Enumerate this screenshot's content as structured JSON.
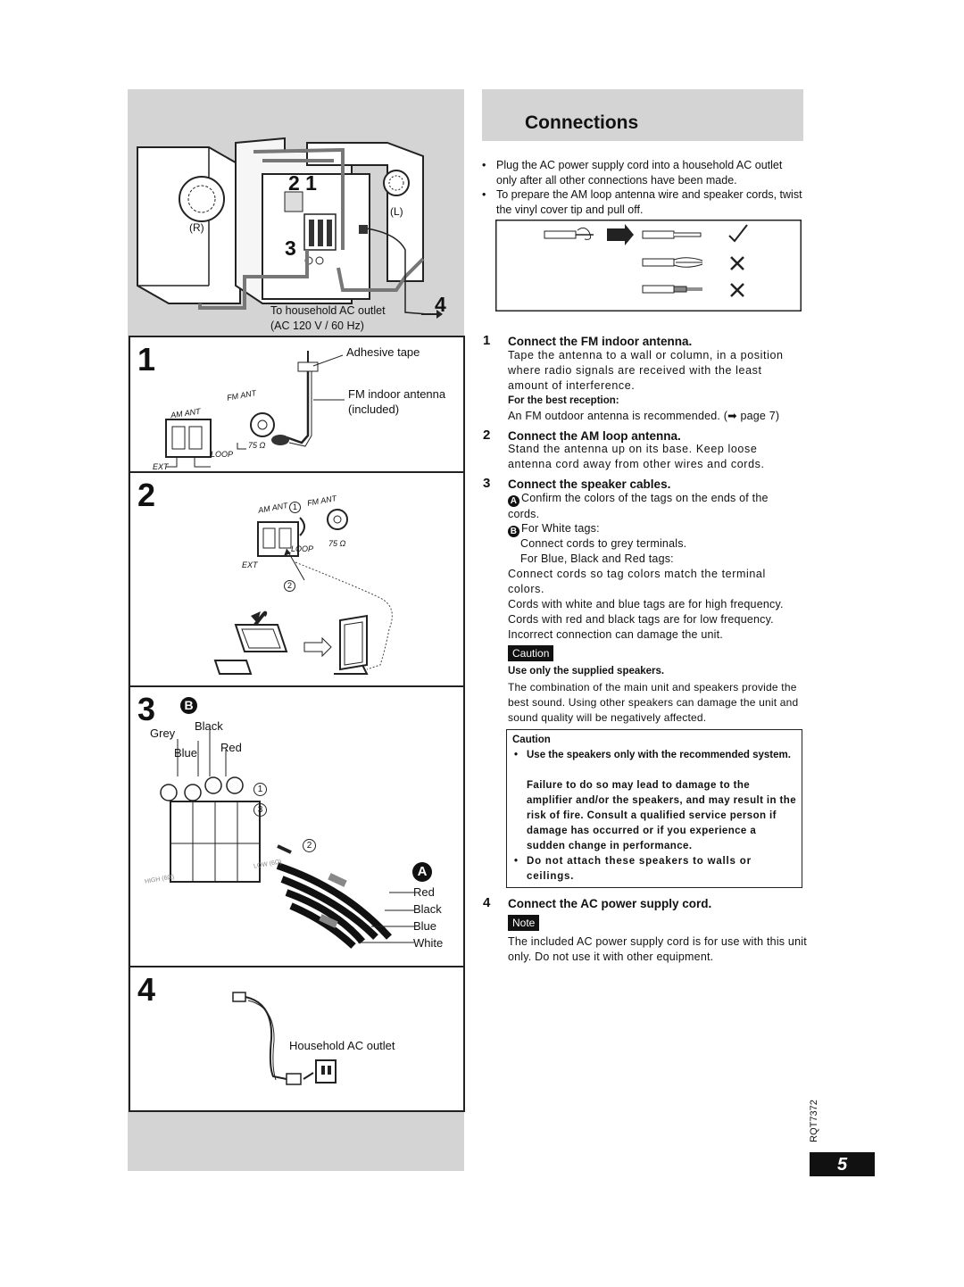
{
  "title": "Connections",
  "intro_bullets": [
    "Plug the AC power supply cord into a household AC outlet only after all other connections have been made.",
    "To prepare the AM loop antenna wire and speaker cords, twist the vinyl cover tip and pull off."
  ],
  "overview": {
    "callout_21": "2 1",
    "callout_3": "3",
    "callout_4": "4",
    "label_r": "(R)",
    "label_l": "(L)",
    "ac_outlet_line1": "To household AC outlet",
    "ac_outlet_line2": "(AC 120 V / 60 Hz)"
  },
  "panel1": {
    "num": "1",
    "adhesive_tape": "Adhesive tape",
    "fm_indoor_line1": "FM indoor antenna",
    "fm_indoor_line2": "(included)",
    "am_ant": "AM ANT",
    "fm_ant": "FM ANT",
    "ext": "EXT",
    "loop": "LOOP",
    "ohm": "75 Ω"
  },
  "panel2": {
    "num": "2",
    "am_ant": "AM ANT",
    "fm_ant": "FM ANT",
    "ext": "EXT",
    "loop": "LOOP",
    "ohm": "75 Ω",
    "c1": "1",
    "c2": "2"
  },
  "panel3": {
    "num": "3",
    "badge": "B",
    "grey": "Grey",
    "black": "Black",
    "blue": "Blue",
    "red": "Red",
    "high": "HIGH (6Ω)",
    "low": "LOW (6Ω)",
    "badge_a": "A",
    "wire_labels": [
      "Red",
      "Black",
      "Blue",
      "White"
    ],
    "c1": "1",
    "c2": "2",
    "c3": "3"
  },
  "panel4": {
    "num": "4",
    "outlet_label": "Household AC outlet"
  },
  "steps": [
    {
      "num": "1",
      "heading": "Connect the FM indoor antenna.",
      "body": "Tape the antenna to a wall or column, in a position where radio signals are received with the least amount of interference.",
      "sub_heading": "For the best reception:",
      "sub_body": "An FM outdoor antenna is recommended. (➡ page 7)"
    },
    {
      "num": "2",
      "heading": "Connect the AM loop antenna.",
      "body": "Stand the antenna up on its base. Keep loose antenna cord away from other wires and cords."
    },
    {
      "num": "3",
      "heading": "Connect the speaker cables.",
      "a_marker": "A",
      "a_text": "Confirm the colors of the tags on the ends of the cords.",
      "b_marker": "B",
      "b_text": "For White tags:",
      "b_line2": "Connect cords to grey terminals.",
      "b_line3": "For Blue, Black and Red tags:",
      "b_line4": "Connect cords so tag colors match the terminal colors.",
      "freq_high": "Cords with white and blue tags are for high frequency.",
      "freq_low": "Cords with red and black tags are for low frequency.",
      "incorrect": "Incorrect connection can damage the unit.",
      "caution_tag": "Caution",
      "supplied_heading": "Use only the supplied speakers.",
      "supplied_body": "The combination of the main unit and speakers provide the best sound. Using other speakers can damage the unit and sound quality will be negatively affected."
    },
    {
      "num": "4",
      "heading": "Connect the AC power supply cord.",
      "note_tag": "Note",
      "note_body": "The included AC power supply cord is for use with this unit only. Do not use it with other equipment."
    }
  ],
  "caution_box": {
    "title": "Caution",
    "items": [
      "Use the speakers only with the recommended system.",
      "Failure to do so may lead to damage to the amplifier and/or the speakers, and may result in the risk of fire. Consult a qualified service person if damage has occurred or if you experience a sudden change in performance.",
      "Do not attach these speakers to walls or ceilings."
    ]
  },
  "doc_code": "RQT7372",
  "page_number": "5"
}
